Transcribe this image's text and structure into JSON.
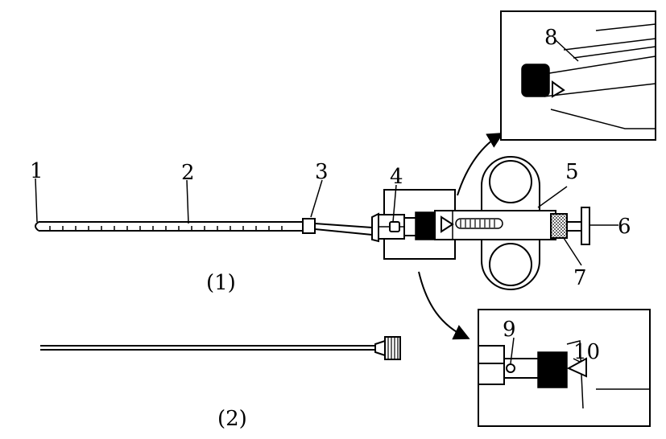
{
  "figure": {
    "part_labels": [
      "1",
      "2",
      "3",
      "4",
      "5",
      "6",
      "7",
      "8",
      "9",
      "10"
    ],
    "view_labels": [
      "(1)",
      "(2)"
    ]
  }
}
